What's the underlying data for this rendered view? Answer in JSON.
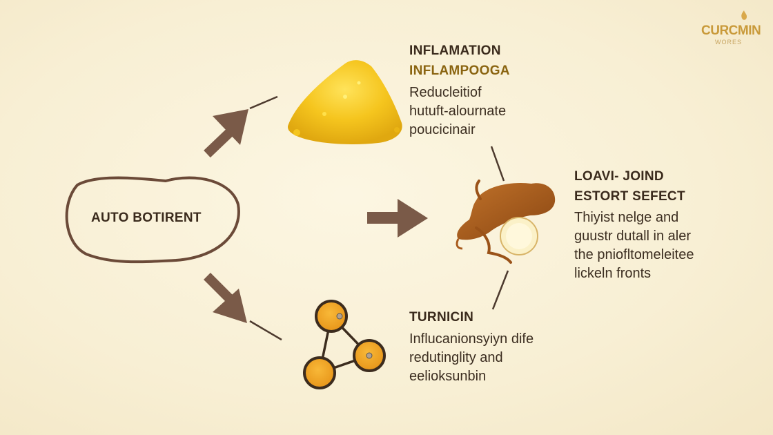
{
  "logo": {
    "name": "CURCMIN",
    "sub": "WORES",
    "icon": "flame-icon"
  },
  "center": {
    "label": "AUTO BOTIRENT"
  },
  "inflammation": {
    "title": "INFLAMATION",
    "subtitle": "INFLAMPOOGA",
    "lines": [
      "Reducleitiof",
      "hutuft-alournate",
      "poucicinair"
    ]
  },
  "joint": {
    "title": "LOAVI- JOIND",
    "subtitle": "ESTORT SEFECT",
    "lines": [
      "Thiyist nelge and",
      "guustr dutall in aler",
      "the pniofltomeleitee",
      "lickeln fronts"
    ]
  },
  "turmeric": {
    "title": "TURNICIN",
    "lines": [
      "Influcanionsyiyn dife",
      "redutinglity and",
      "eelioksunbin"
    ]
  },
  "colors": {
    "arrow": "#7a5a48",
    "powder": "#f2c21b",
    "orange": "#f0a020",
    "root": "#a85a1c",
    "outline": "#6b4a38"
  }
}
